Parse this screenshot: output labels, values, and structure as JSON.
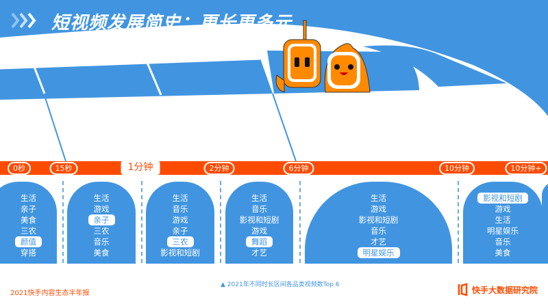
{
  "header": {
    "title": "短视频发展简史：更长更多元",
    "icon": "triple-chevron-icon"
  },
  "timeline": [
    {
      "label": "0秒",
      "pos": 28
    },
    {
      "label": "15秒",
      "pos": 93
    },
    {
      "label": "1分钟",
      "pos": 205,
      "major": true
    },
    {
      "label": "2分钟",
      "pos": 320
    },
    {
      "label": "6分钟",
      "pos": 436
    },
    {
      "label": "10分钟",
      "pos": 667
    },
    {
      "label": "10分钟+",
      "pos": 768
    }
  ],
  "columns": [
    {
      "items": [
        "生活",
        "亲子",
        "美食",
        "三农",
        "颜值",
        "穿搭"
      ],
      "highlight": 4
    },
    {
      "items": [
        "生活",
        "游戏",
        "亲子",
        "三农",
        "音乐",
        "美食"
      ],
      "highlight": 2
    },
    {
      "items": [
        "生活",
        "音乐",
        "游戏",
        "亲子",
        "三农",
        "影视和短剧"
      ],
      "highlight": 4
    },
    {
      "items": [
        "生活",
        "音乐",
        "影视和短剧",
        "游戏",
        "舞蹈",
        "才艺"
      ],
      "highlight": 4
    },
    {
      "items": [
        "生活",
        "游戏",
        "影视和短剧",
        "音乐",
        "才艺",
        "明星娱乐"
      ],
      "highlight": 5
    },
    {
      "items": [
        "影视和短剧",
        "游戏",
        "生活",
        "明星娱乐",
        "音乐",
        "美食"
      ],
      "highlight": 0
    }
  ],
  "footer": {
    "note": "2021年不同时长区间各品类视频数Top 6",
    "report": "2021快手内容生态半年报",
    "brand": "快手大数据研究院"
  },
  "colors": {
    "blue": "#4195e0",
    "orange": "#ff4b00"
  }
}
